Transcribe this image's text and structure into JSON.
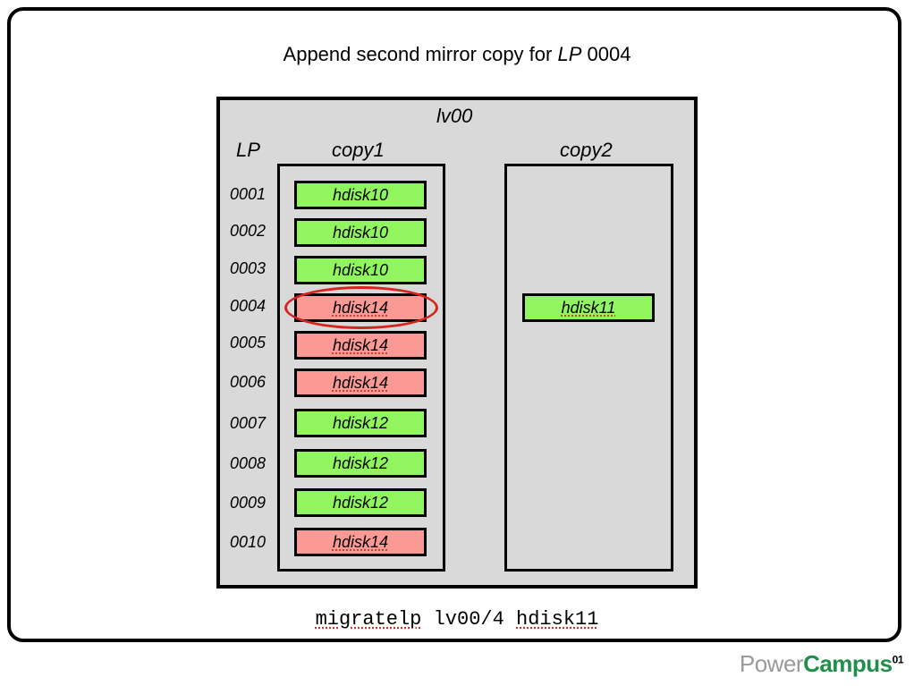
{
  "title": {
    "prefix": "Append second mirror copy for ",
    "lp_word": "LP",
    "lp_value": " 0004"
  },
  "lv": {
    "name": "lv00",
    "lp_header": "LP",
    "copy1_label": "copy1",
    "copy2_label": "copy2"
  },
  "rows": [
    {
      "lp": "0001",
      "copy1": "hdisk10"
    },
    {
      "lp": "0002",
      "copy1": "hdisk10"
    },
    {
      "lp": "0003",
      "copy1": "hdisk10"
    },
    {
      "lp": "0004",
      "copy1": "hdisk14",
      "copy2": "hdisk11"
    },
    {
      "lp": "0005",
      "copy1": "hdisk14"
    },
    {
      "lp": "0006",
      "copy1": "hdisk14"
    },
    {
      "lp": "0007",
      "copy1": "hdisk12"
    },
    {
      "lp": "0008",
      "copy1": "hdisk12"
    },
    {
      "lp": "0009",
      "copy1": "hdisk12"
    },
    {
      "lp": "0010",
      "copy1": "hdisk14"
    }
  ],
  "command": {
    "cmd": "migratelp",
    "args": " lv00/4 ",
    "target": "hdisk11"
  },
  "logo": {
    "part1": "Power",
    "part2": "Campus",
    "sup": "01"
  },
  "colors": {
    "green": "#90f55e",
    "red": "#fb9a94",
    "highlight": "#d6241f"
  }
}
